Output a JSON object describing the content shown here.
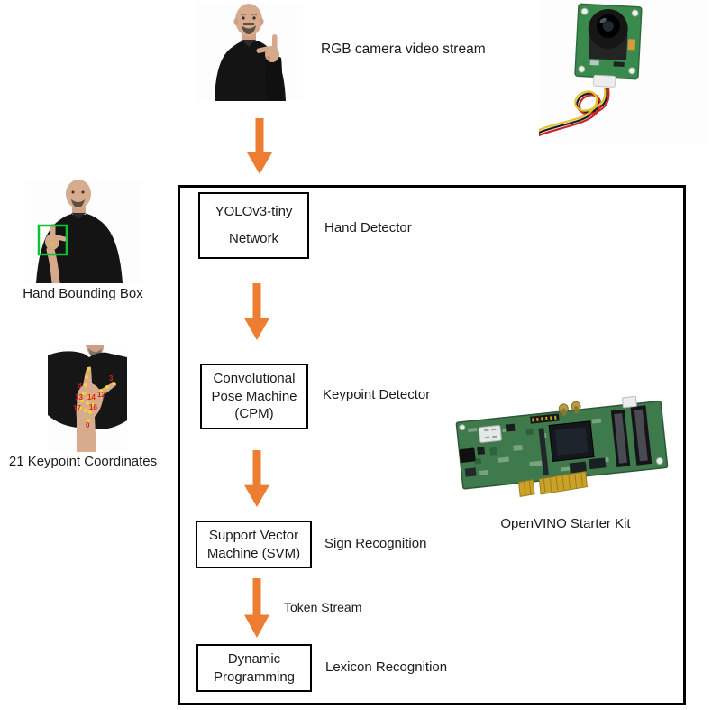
{
  "colors": {
    "arrow_orange": "#ED7D31",
    "bbox_green": "#0EC235",
    "box_border": "#000000",
    "pcb_green": "#3F7A4C"
  },
  "top": {
    "video_label": "RGB camera video stream"
  },
  "pipeline": {
    "boxes": [
      {
        "lines": [
          "YOLOv3-tiny",
          "Network"
        ],
        "side_label": "Hand Detector"
      },
      {
        "lines": [
          "Convolutional",
          "Pose Machine",
          "(CPM)"
        ],
        "side_label": "Keypoint Detector"
      },
      {
        "lines": [
          "Support Vector",
          "Machine (SVM)"
        ],
        "side_label": "Sign Recognition"
      },
      {
        "lines": [
          "Dynamic",
          "Programming"
        ],
        "side_label": "Lexicon Recognition"
      }
    ],
    "token_label": "Token Stream",
    "board_caption": "OpenVINO Starter Kit"
  },
  "left_annotations": {
    "bbox_caption": "Hand Bounding Box",
    "keypoints_caption": "21 Keypoint Coordinates"
  },
  "keypoints": {
    "numbers": [
      "8",
      "3",
      "13",
      "14",
      "12",
      "17",
      "16",
      "0"
    ]
  }
}
